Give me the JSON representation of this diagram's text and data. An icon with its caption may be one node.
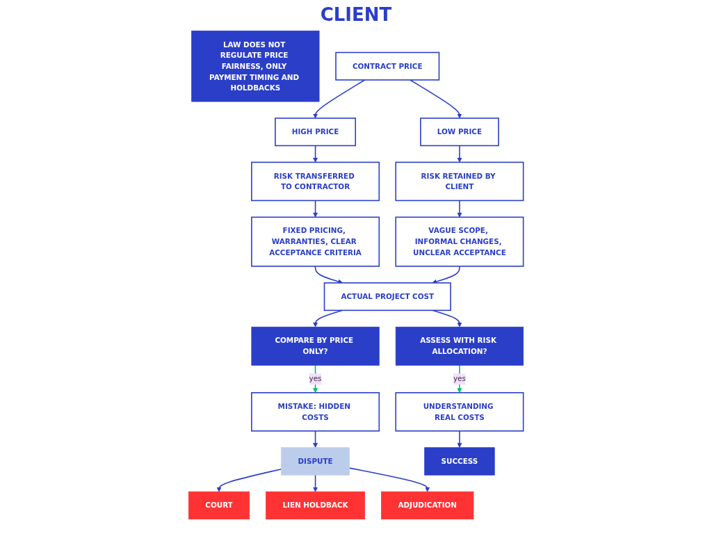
{
  "diagram": {
    "title": "CLIENT",
    "nodes": [
      {
        "text": [
          "LAW DOES NOT REGULATE PRICE FAIRNESS, ONLY PAYMENT TIMING AND HOLDBACKS"
        ]
      },
      {
        "text": [
          "CONTRACT PRICE"
        ]
      },
      {
        "text": [
          "HIGH PRICE"
        ]
      },
      {
        "text": [
          "LOW PRICE"
        ]
      },
      {
        "text": [
          "RISK TRANSFERRED TO CONTRACTOR"
        ]
      },
      {
        "text": [
          "RISK RETAINED BY CLIENT"
        ]
      },
      {
        "text": [
          "FIXED PRICING, WARRANTIES, CLEAR ACCEPTANCE CRITERIA"
        ]
      },
      {
        "text": [
          "VAGUE SCOPE, INFORMAL CHANGES, UNCLEAR ACCEPTANCE"
        ]
      },
      {
        "text": [
          "ACTUAL PROJECT COST"
        ]
      },
      {
        "text": [
          "COMPARE BY PRICE ONLY?"
        ]
      },
      {
        "text": [
          "ASSESS WITH RISK ALLOCATION?"
        ]
      },
      {
        "text": [
          "MISTAKE: HIDDEN COSTS"
        ]
      },
      {
        "text": [
          "UNDERSTANDING REAL COSTS"
        ]
      },
      {
        "text": [
          "DISPUTE"
        ]
      },
      {
        "text": [
          "SUCCESS"
        ]
      },
      {
        "text": [
          "COURT"
        ]
      },
      {
        "text": [
          "LIEN HOLDBACK"
        ]
      },
      {
        "text": [
          "ADJUDICATION"
        ]
      }
    ],
    "edges": [
      {
        "from": 1,
        "to": 2,
        "arrow": "to"
      },
      {
        "from": 1,
        "to": 3,
        "arrow": "to"
      },
      {
        "from": 2,
        "to": 4,
        "arrow": "to"
      },
      {
        "from": 3,
        "to": 5,
        "arrow": "to"
      },
      {
        "from": 4,
        "to": 6,
        "arrow": "to"
      },
      {
        "from": 5,
        "to": 7,
        "arrow": "to"
      },
      {
        "from": 6,
        "to": 8,
        "arrow": "to"
      },
      {
        "from": 7,
        "to": 8,
        "arrow": "to"
      },
      {
        "from": 8,
        "to": 9,
        "arrow": "to"
      },
      {
        "from": 8,
        "to": 10,
        "arrow": "to"
      },
      {
        "from": 9,
        "to": 11,
        "label": "yes",
        "arrow": "to",
        "color": "#00c060"
      },
      {
        "from": 10,
        "to": 12,
        "label": "yes",
        "arrow": "to",
        "color": "#00c060"
      },
      {
        "from": 11,
        "to": 13,
        "arrow": "to"
      },
      {
        "from": 12,
        "to": 14,
        "arrow": "to"
      },
      {
        "from": 13,
        "to": 15,
        "arrow": "to"
      },
      {
        "from": 13,
        "to": 16,
        "arrow": "to"
      },
      {
        "from": 13,
        "to": 17,
        "arrow": "to"
      }
    ]
  }
}
